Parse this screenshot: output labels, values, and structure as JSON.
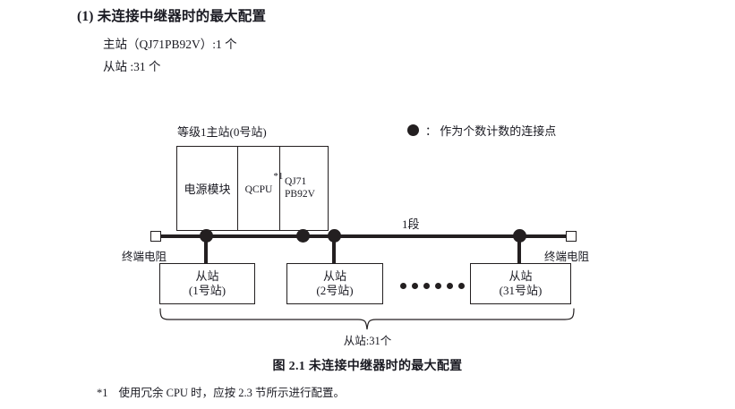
{
  "heading": "(1) 未连接中继器时的最大配置",
  "spec": {
    "master": "主站（QJ71PB92V）:1 个",
    "slave": "从站 :31 个"
  },
  "legend": {
    "symbol": "filled-circle",
    "text": "： 作为个数计数的连接点"
  },
  "diagram": {
    "rack": {
      "label": "等级1主站(0号站)",
      "cells": [
        {
          "name": "power-supply-module",
          "text": "电源模块"
        },
        {
          "name": "cpu-module",
          "text": "QCPU",
          "note": "*1"
        },
        {
          "name": "network-module",
          "line1": "QJ71",
          "line2": "PB92V"
        }
      ]
    },
    "segment_label": "1段",
    "terminator_left": "终端电阻",
    "terminator_right": "终端电阻",
    "slaves": [
      {
        "title": "从站",
        "station": "(1号站)"
      },
      {
        "title": "从站",
        "station": "(2号站)"
      },
      {
        "title": "从站",
        "station": "(31号站)"
      }
    ],
    "ellipsis_count": 6,
    "brace_label": "从站:31个"
  },
  "figure_caption": "图 2.1  未连接中继器时的最大配置",
  "footnote": {
    "mark": "*1",
    "text": "使用冗余 CPU 时，应按 2.3 节所示进行配置。"
  },
  "colors": {
    "ink": "#231f20",
    "text": "#1a1a22",
    "background": "#ffffff"
  }
}
